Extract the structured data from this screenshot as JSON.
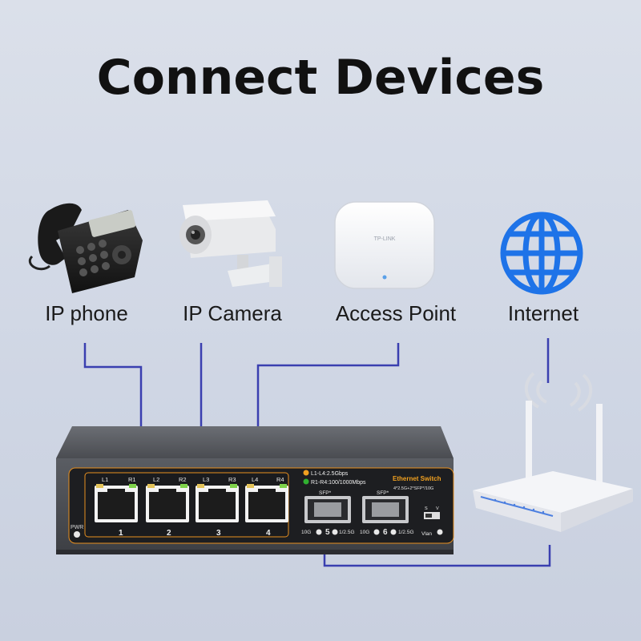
{
  "title": "Connect Devices",
  "devices": [
    {
      "label": "IP phone",
      "icon": "ip-phone-icon"
    },
    {
      "label": "IP Camera",
      "icon": "ip-camera-icon"
    },
    {
      "label": "Access Point",
      "icon": "access-point-icon"
    },
    {
      "label": "Internet",
      "icon": "globe-icon"
    }
  ],
  "access_point_brand": "TP-LINK",
  "switch": {
    "brand_label": "Ethernet Switch",
    "spec": "4*2.5G+2*SFP*/10G",
    "legend": [
      {
        "text": "L1-L4:2.5Gbps",
        "color": "#f0a020"
      },
      {
        "text": "R1-R4:100/1000Mbps",
        "color": "#30b030"
      }
    ],
    "ports": [
      {
        "number": "1",
        "left_led": "L1",
        "right_led": "R1"
      },
      {
        "number": "2",
        "left_led": "L2",
        "right_led": "R2"
      },
      {
        "number": "3",
        "left_led": "L3",
        "right_led": "R3"
      },
      {
        "number": "4",
        "left_led": "L4",
        "right_led": "R4"
      }
    ],
    "sfp_ports": [
      {
        "label": "SFP*",
        "number": "5",
        "speed_left": "10G",
        "speed_right": "1/2.5G"
      },
      {
        "label": "SFP*",
        "number": "6",
        "speed_left": "10G",
        "speed_right": "1/2.5G"
      }
    ],
    "pwr": "PWR",
    "vlan": "Vlan",
    "dip": {
      "s": "S",
      "v": "V"
    }
  },
  "colors": {
    "line": "#3a3fb0",
    "globe": "#1e73e8",
    "switch_body": "#3b3d42",
    "switch_face": "#55585e",
    "accent_orange": "#f0a020",
    "accent_green": "#30b030"
  }
}
